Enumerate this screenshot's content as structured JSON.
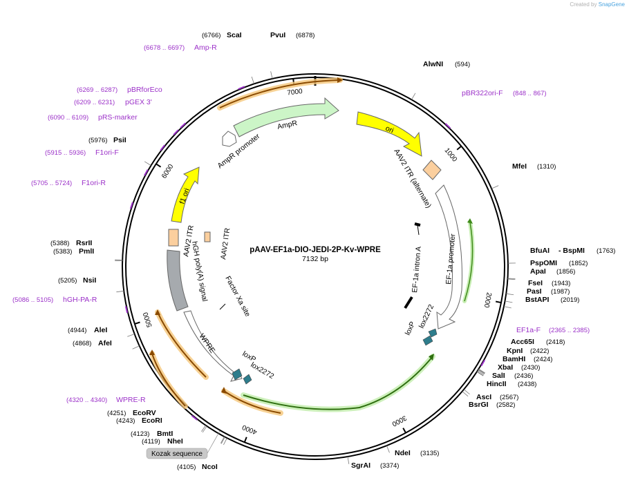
{
  "credit": {
    "prefix": "Created by",
    "brand": "SnapGene"
  },
  "plasmid": {
    "name": "pAAV-EF1a-DIO-JEDI-2P-Kv-WPRE",
    "size": "7132 bp",
    "length": 7132
  },
  "ticks": [
    {
      "pos": 1000,
      "label": "1000"
    },
    {
      "pos": 2000,
      "label": "2000"
    },
    {
      "pos": 3000,
      "label": "3000"
    },
    {
      "pos": 4000,
      "label": "4000"
    },
    {
      "pos": 5000,
      "label": "5000"
    },
    {
      "pos": 6000,
      "label": "6000"
    },
    {
      "pos": 7000,
      "label": "7000"
    }
  ],
  "enzymes": [
    {
      "name": "ScaI",
      "pos": "(6766)",
      "p": 6766
    },
    {
      "name": "PvuI",
      "pos": "(6878)",
      "p": 6878
    },
    {
      "name": "AlwNI",
      "pos": "(594)",
      "p": 594
    },
    {
      "name": "MfeI",
      "pos": "(1310)",
      "p": 1310
    },
    {
      "name": "BfuAI",
      "extra": "- BspMI",
      "pos": "(1763)",
      "p": 1763
    },
    {
      "name": "PspOMI",
      "pos": "(1852)",
      "p": 1852
    },
    {
      "name": "ApaI",
      "pos": "(1856)",
      "p": 1856
    },
    {
      "name": "FseI",
      "pos": "(1943)",
      "p": 1943
    },
    {
      "name": "PasI",
      "pos": "(1987)",
      "p": 1987
    },
    {
      "name": "BstAPI",
      "pos": "(2019)",
      "p": 2019
    },
    {
      "name": "Acc65I",
      "pos": "(2418)",
      "p": 2418
    },
    {
      "name": "KpnI",
      "pos": "(2422)",
      "p": 2422
    },
    {
      "name": "BamHI",
      "pos": "(2424)",
      "p": 2424
    },
    {
      "name": "XbaI",
      "pos": "(2430)",
      "p": 2430
    },
    {
      "name": "SalI",
      "pos": "(2436)",
      "p": 2436
    },
    {
      "name": "HincII",
      "pos": "(2438)",
      "p": 2438
    },
    {
      "name": "AscI",
      "pos": "(2567)",
      "p": 2567
    },
    {
      "name": "BsrGI",
      "pos": "(2582)",
      "p": 2582
    },
    {
      "name": "NdeI",
      "pos": "(3135)",
      "p": 3135
    },
    {
      "name": "SgrAI",
      "pos": "(3374)",
      "p": 3374
    },
    {
      "name": "NcoI",
      "pos": "(4105)",
      "p": 4105
    },
    {
      "name": "NheI",
      "pos": "(4119)",
      "p": 4119
    },
    {
      "name": "BmtI",
      "pos": "(4123)",
      "p": 4123
    },
    {
      "name": "EcoRI",
      "pos": "(4243)",
      "p": 4243
    },
    {
      "name": "EcoRV",
      "pos": "(4251)",
      "p": 4251
    },
    {
      "name": "AfeI",
      "pos": "(4868)",
      "p": 4868
    },
    {
      "name": "AleI",
      "pos": "(4944)",
      "p": 4944
    },
    {
      "name": "NsiI",
      "pos": "(5205)",
      "p": 5205
    },
    {
      "name": "PmlI",
      "pos": "(5383)",
      "p": 5383
    },
    {
      "name": "RsrII",
      "pos": "(5388)",
      "p": 5388
    },
    {
      "name": "PsiI",
      "pos": "(5976)",
      "p": 5976
    }
  ],
  "primers": [
    {
      "name": "Amp-R",
      "range": "(6678 .. 6697)",
      "p": 6688
    },
    {
      "name": "pBR322ori-F",
      "range": "(848 .. 867)",
      "p": 858
    },
    {
      "name": "EF1a-F",
      "range": "(2365 .. 2385)",
      "p": 2375
    },
    {
      "name": "WPRE-R",
      "range": "(4320 .. 4340)",
      "p": 4330
    },
    {
      "name": "hGH-PA-R",
      "range": "(5086 .. 5105)",
      "p": 5095
    },
    {
      "name": "F1ori-R",
      "range": "(5705 .. 5724)",
      "p": 5714
    },
    {
      "name": "F1ori-F",
      "range": "(5915 .. 5936)",
      "p": 5925
    },
    {
      "name": "pRS-marker",
      "range": "(6090 .. 6109)",
      "p": 6100
    },
    {
      "name": "pGEX 3'",
      "range": "(6209 .. 6231)",
      "p": 6220
    },
    {
      "name": "pBRforEco",
      "range": "(6269 .. 6287)",
      "p": 6278
    }
  ],
  "features": [
    {
      "name": "AmpR",
      "kind": "arrow",
      "color": "#ccf5c7"
    },
    {
      "name": "AmpR promoter",
      "kind": "arrow",
      "color": "#ffffff"
    },
    {
      "name": "ori",
      "kind": "arrow",
      "color": "#ffff00"
    },
    {
      "name": "AAV2 ITR (alternate)",
      "kind": "box",
      "color": "#fbcf9e"
    },
    {
      "name": "EF-1a promoter",
      "kind": "arrow",
      "color": "#ffffff"
    },
    {
      "name": "EF-1a intron A",
      "kind": "label",
      "color": "#000000"
    },
    {
      "name": "loxP",
      "kind": "marker",
      "color": "#2e7d8c"
    },
    {
      "name": "lox2272",
      "kind": "marker",
      "color": "#2e7d8c"
    },
    {
      "name": "WPRE",
      "kind": "arrow",
      "color": "#ffffff"
    },
    {
      "name": "Factor Xa site",
      "kind": "label",
      "color": "#000000"
    },
    {
      "name": "hGH poly(A) signal",
      "kind": "box",
      "color": "#a6aaae"
    },
    {
      "name": "AAV2 ITR",
      "kind": "box",
      "color": "#fbcf9e"
    },
    {
      "name": "f1 ori",
      "kind": "arrow",
      "color": "#ffff00"
    }
  ],
  "kozak": {
    "label": "Kozak sequence"
  },
  "colors": {
    "primer": "#9b30c8",
    "orf": "#f5a623",
    "green": "#5ab52e"
  }
}
